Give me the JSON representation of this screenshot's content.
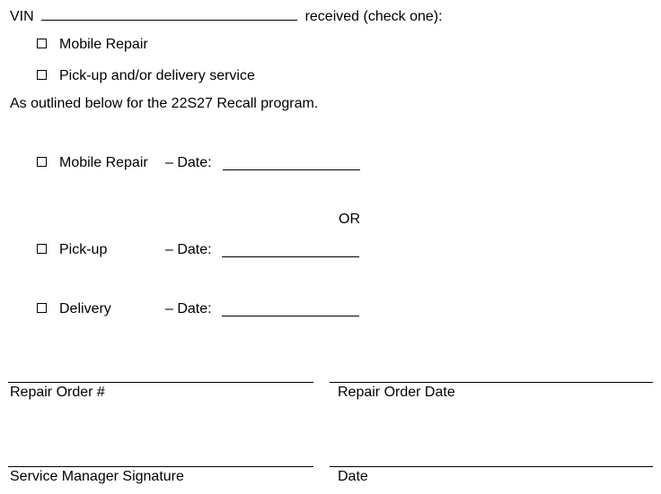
{
  "header": {
    "vin_label": "VIN",
    "received_text": "received (check one):"
  },
  "options": {
    "mobile_repair": "Mobile Repair",
    "pickup_delivery": "Pick-up and/or delivery service"
  },
  "program_text": "As outlined below for the 22S27 Recall program.",
  "schedule": {
    "mobile_repair_label": "Mobile Repair",
    "date_label": "– Date:",
    "or_text": "OR",
    "pickup_label": "Pick-up",
    "delivery_label": "Delivery"
  },
  "signatures": {
    "repair_order_number": "Repair Order #",
    "repair_order_date": "Repair Order Date",
    "service_manager_signature": "Service Manager Signature",
    "date": "Date"
  }
}
